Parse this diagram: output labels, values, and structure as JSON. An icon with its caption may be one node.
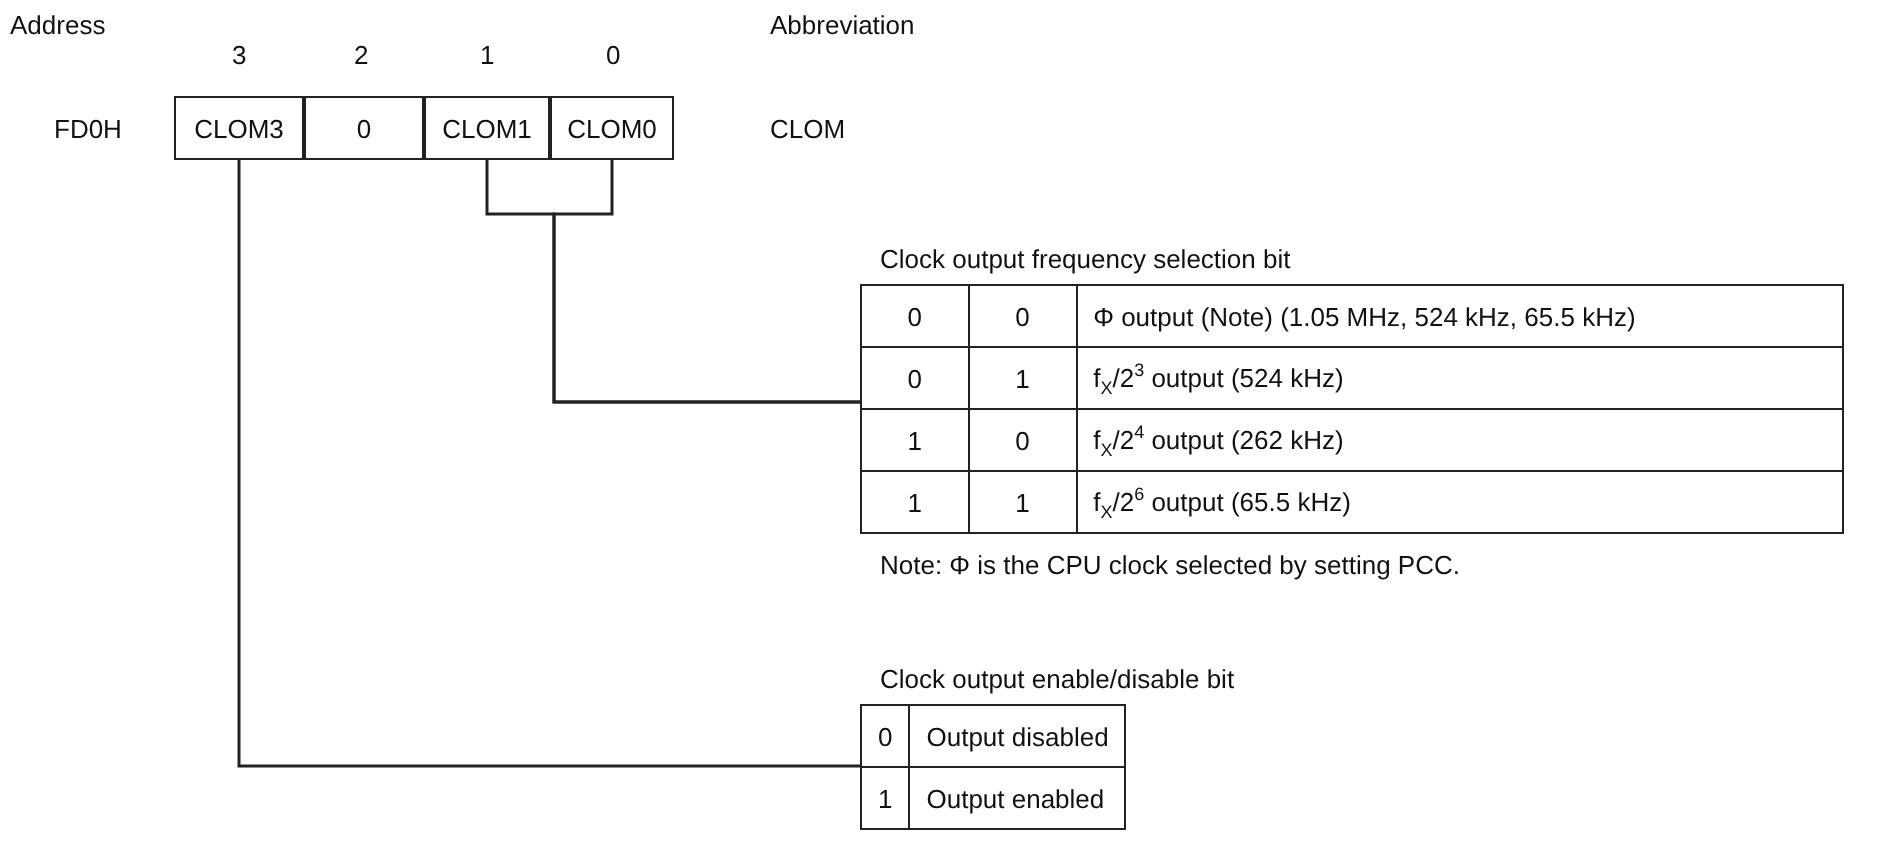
{
  "diagram": {
    "nodes": [
      {
        "text": [
          "CLOM3"
        ]
      },
      {
        "text": [
          "0"
        ]
      },
      {
        "text": [
          "CLOM1"
        ]
      },
      {
        "text": [
          "CLOM0"
        ]
      },
      {
        "text": [
          "Clock output frequency selection bit"
        ]
      },
      {
        "text": [
          "Clock output enable/disable bit"
        ]
      }
    ],
    "edges": [
      {
        "from": 2,
        "to": 4,
        "arrow": "none"
      },
      {
        "from": 3,
        "to": 4,
        "arrow": "none"
      },
      {
        "from": 0,
        "to": 5,
        "arrow": "none"
      }
    ],
    "labels": [
      "Address",
      "3",
      "2",
      "1",
      "0",
      "Abbreviation",
      "FD0H",
      "CLOM",
      "0",
      "0",
      "Φ output (Note) (1.05 MHz, 524 kHz, 65.5 kHz)",
      "0",
      "1",
      "f$_{X}$/2$^{3}$ output (524 kHz)",
      "1",
      "0",
      "f$_{X}$/2$^{4}$ output (262 kHz)",
      "1",
      "1",
      "f$_{X}$/2$^{6}$ output (65.5 kHz)",
      "Note: Φ is the CPU clock selected by setting PCC.",
      "0",
      "Output disabled",
      "1",
      "Output enabled"
    ]
  }
}
